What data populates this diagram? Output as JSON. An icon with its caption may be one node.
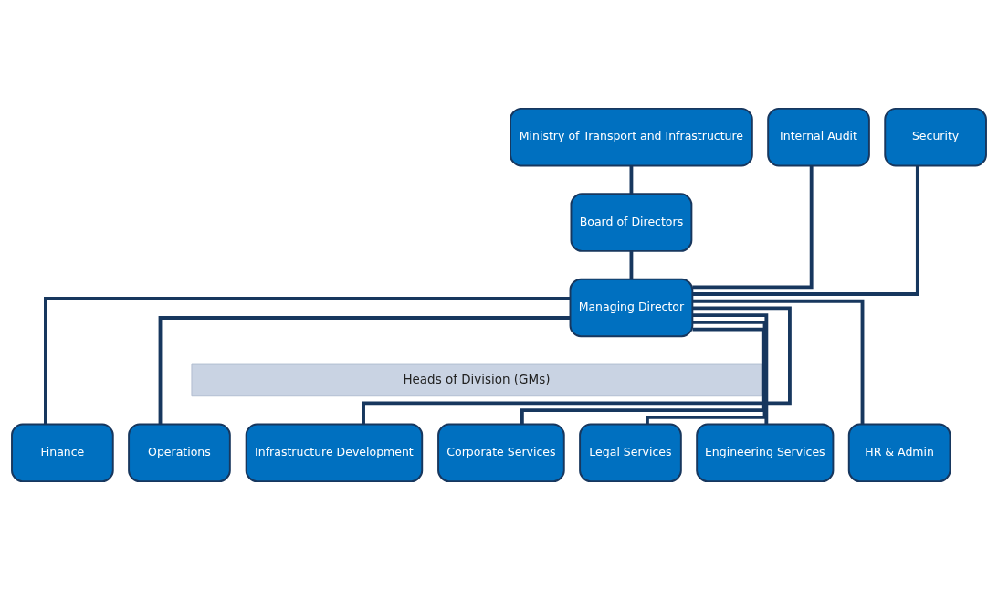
{
  "diagram": {
    "nodes": [
      {
        "text": [
          "Ministry of Transport and Infrastructure"
        ]
      },
      {
        "text": [
          "Board of Directors"
        ]
      },
      {
        "text": [
          "Managing Director"
        ]
      },
      {
        "text": [
          "Internal Audit"
        ]
      },
      {
        "text": [
          "Security"
        ]
      },
      {
        "text": [
          "Heads of Division (GMs)"
        ]
      },
      {
        "text": [
          "Finance"
        ]
      },
      {
        "text": [
          "Operations"
        ]
      },
      {
        "text": [
          "Infrastructure Development"
        ]
      },
      {
        "text": [
          "Corporate Services"
        ]
      },
      {
        "text": [
          "Legal Services"
        ]
      },
      {
        "text": [
          "Engineering Services"
        ]
      },
      {
        "text": [
          "HR & Admin"
        ]
      }
    ],
    "edges": [
      {
        "from": 0,
        "to": 1,
        "arrow": "none"
      },
      {
        "from": 1,
        "to": 2,
        "arrow": "none"
      },
      {
        "from": 2,
        "to": 3,
        "arrow": "none"
      },
      {
        "from": 2,
        "to": 4,
        "arrow": "none"
      },
      {
        "from": 2,
        "to": 6,
        "arrow": "none"
      },
      {
        "from": 2,
        "to": 7,
        "arrow": "none"
      },
      {
        "from": 2,
        "to": 8,
        "arrow": "none"
      },
      {
        "from": 2,
        "to": 9,
        "arrow": "none"
      },
      {
        "from": 2,
        "to": 10,
        "arrow": "none"
      },
      {
        "from": 2,
        "to": 11,
        "arrow": "none"
      },
      {
        "from": 2,
        "to": 12,
        "arrow": "none"
      }
    ]
  }
}
